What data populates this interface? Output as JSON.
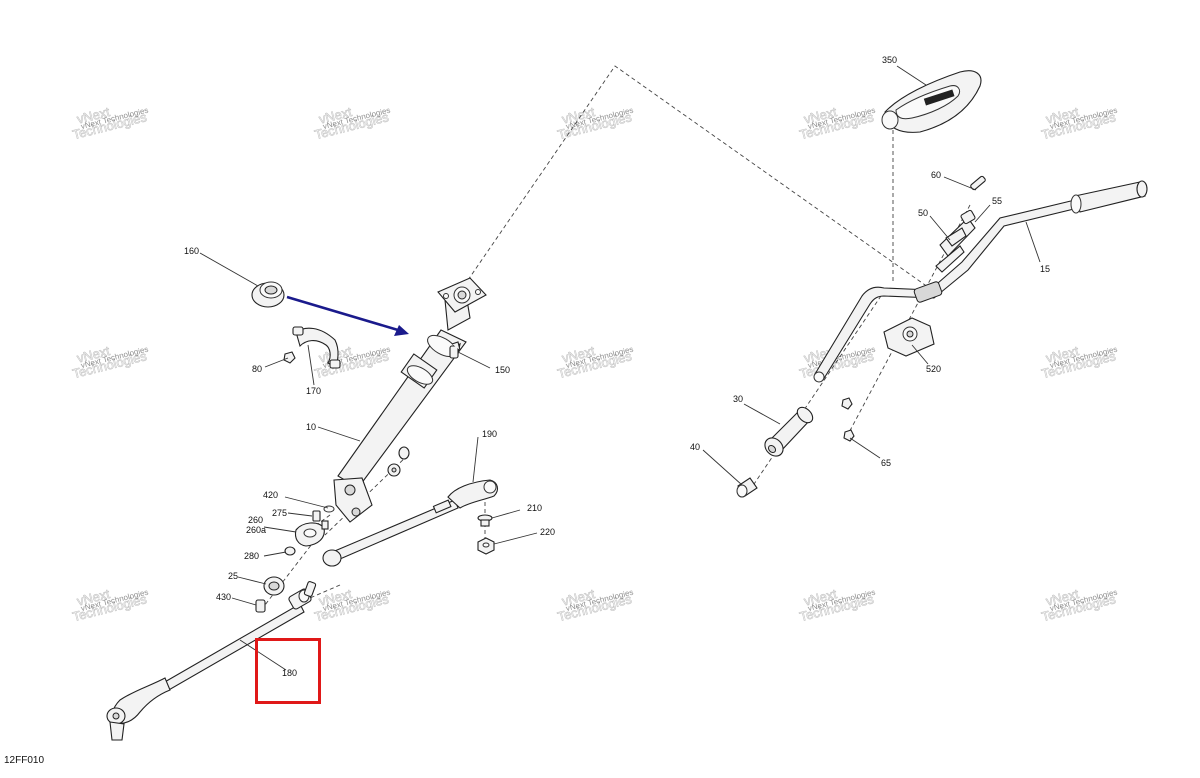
{
  "drawing": {
    "id": "12FF010"
  },
  "watermark": {
    "line1": "vNext",
    "line2": "Technologies",
    "line3": "vNext Technologies"
  },
  "highlight": {
    "part": "180",
    "color": "#e01818"
  },
  "arrow": {
    "color": "#1a1a8c"
  },
  "callouts": {
    "c10": "10",
    "c15": "15",
    "c25": "25",
    "c30": "30",
    "c40": "40",
    "c50": "50",
    "c55": "55",
    "c60": "60",
    "c65": "65",
    "c80": "80",
    "c150": "150",
    "c160": "160",
    "c170": "170",
    "c180": "180",
    "c190": "190",
    "c210": "210",
    "c220": "220",
    "c260": "260",
    "c260a": "260a",
    "c275": "275",
    "c280": "280",
    "c350": "350",
    "c420": "420",
    "c430": "430",
    "c520": "520"
  }
}
